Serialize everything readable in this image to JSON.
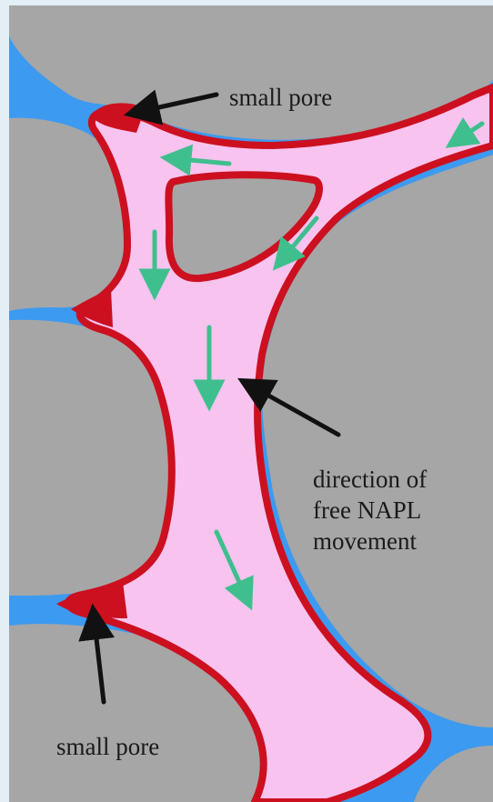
{
  "labels": {
    "small_pore_top": "small pore",
    "small_pore_bottom": "small pore",
    "direction_line1": "direction of",
    "direction_line2": "free NAPL",
    "direction_line3": "movement"
  },
  "colors": {
    "background": "#e3eef5",
    "grain": "#a6a6a6",
    "water": "#3c9af0",
    "napl_boundary": "#cc1020",
    "napl_fill": "#f8c3ef",
    "flow_arrow": "#3fbf8e",
    "pointer_arrow": "#111111"
  }
}
